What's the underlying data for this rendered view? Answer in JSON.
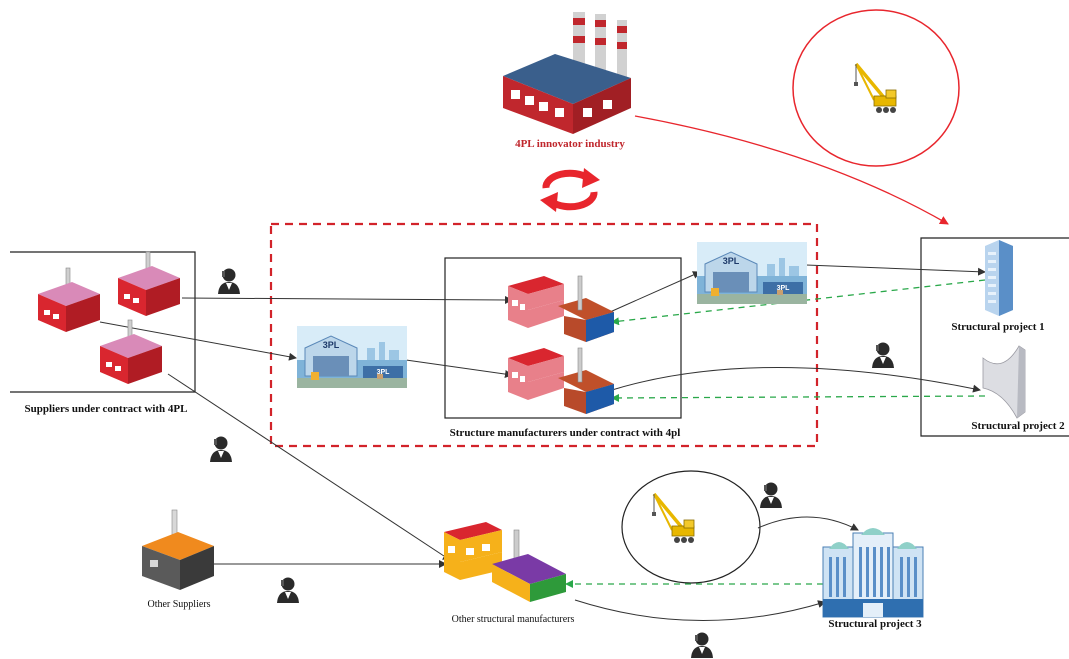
{
  "labels": {
    "innovator": "4PL innovator industry",
    "suppliers_contract": "Suppliers under contract with 4PL",
    "manufacturers_contract": "Structure manufacturers under contract with 4pl",
    "project1": "Structural project 1",
    "project2": "Structural project 2",
    "project3": "Structural project 3",
    "other_suppliers": "Other Suppliers",
    "other_manufacturers": "Other structural manufacturers",
    "warehouse_tag": "3PL",
    "warehouse_tag_small": "3PL"
  },
  "colors": {
    "dashed_box": "#d2232a",
    "ellipse": "#e8262d",
    "flow_line": "#333333",
    "return_line": "#2aa84a",
    "red_arrow": "#e8262d",
    "crane": "#e8b700",
    "supplier_factory": "#d9262f",
    "supplier_roof": "#d98ab8",
    "manufacturer_left": "#e8808a",
    "manufacturer_right": "#c0502a",
    "manufacturer_front": "#1e5aa8",
    "other_factory_body": "#4a4a4a",
    "other_factory_roof": "#f08a1e",
    "other_manufacturer_left": "#f6b11a",
    "other_manufacturer_right": "#7a3aa6",
    "other_manufacturer_front": "#2e9a3a"
  },
  "icons": [
    "factory-icon",
    "crane-icon",
    "warehouse-icon",
    "person-icon",
    "building-icon",
    "recycle-arrows-icon"
  ]
}
